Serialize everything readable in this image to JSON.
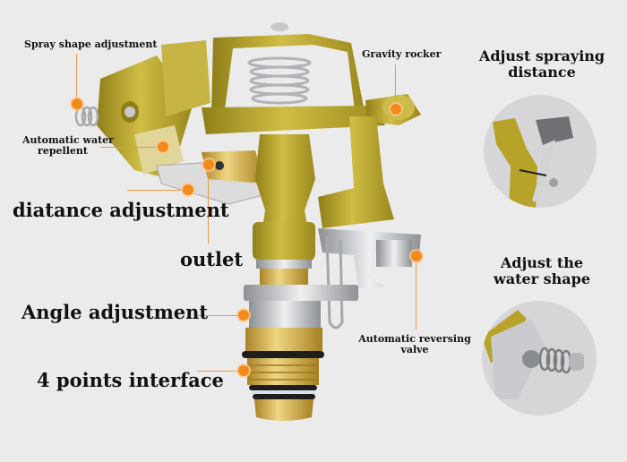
{
  "labels": {
    "spray_shape_adjustment": "Spray shape adjustment",
    "automatic_water_repellent_1": "Automatic water",
    "automatic_water_repellent_2": "repellent",
    "gravity_rocker": "Gravity rocker",
    "distance_adjustment": "diatance adjustment",
    "outlet": "outlet",
    "angle_adjustment": "Angle adjustment",
    "four_points_interface": "4 points interface",
    "automatic_reversing_valve_1": "Automatic reversing",
    "automatic_reversing_valve_2": "valve"
  },
  "insets": {
    "spraying_distance_title_1": "Adjust spraying",
    "spraying_distance_title_2": "distance",
    "water_shape_title_1": "Adjust the",
    "water_shape_title_2": "water shape"
  },
  "colors": {
    "background": "#ebebeb",
    "leader_line": "#e89a4a",
    "marker_dot": "#f28a1c",
    "body_olive": "#b8a52a",
    "brass": "#c9a640",
    "steel": "#b9bcc0"
  }
}
